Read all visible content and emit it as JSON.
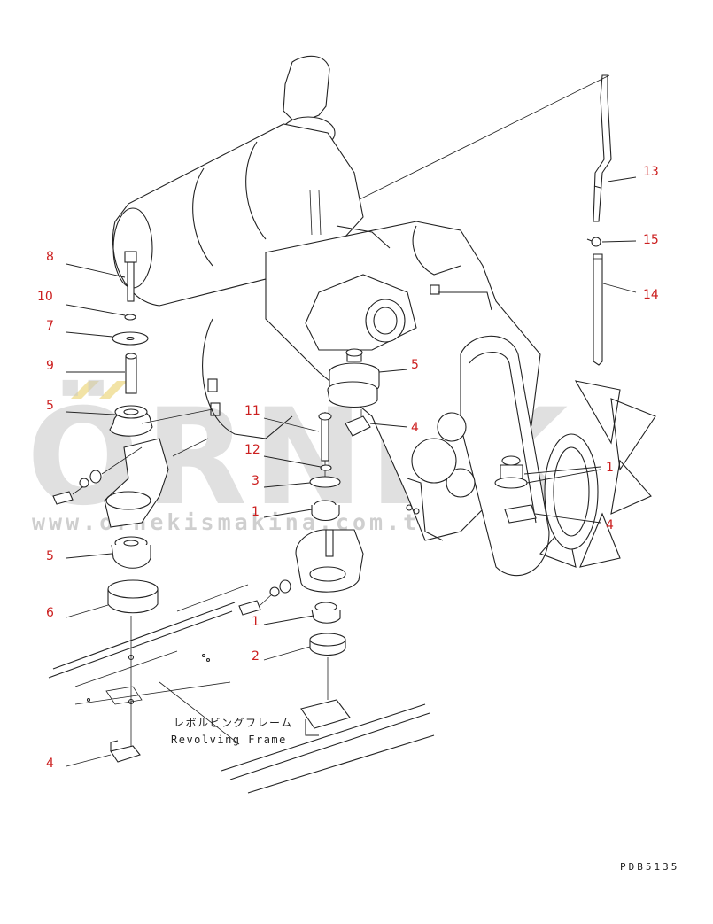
{
  "callouts": {
    "c1": "1",
    "c2": "2",
    "c3": "3",
    "c4": "4",
    "c5": "5",
    "c6": "6",
    "c7": "7",
    "c8": "8",
    "c9": "9",
    "c10": "10",
    "c11": "11",
    "c12": "12",
    "c13": "13",
    "c14": "14",
    "c15": "15"
  },
  "frame_label_jp": "レボルビングフレーム",
  "frame_label_en": "Revolving Frame",
  "drawing_code": "PDB5135",
  "watermark": {
    "brand": "ÖRNEK",
    "url": "www.ornekismakina.com.tr"
  },
  "colors": {
    "callout": "#cc1f1f",
    "line": "#222222",
    "watermark": "#c8c8c8",
    "watermark_accent": "#f2e3a6"
  }
}
